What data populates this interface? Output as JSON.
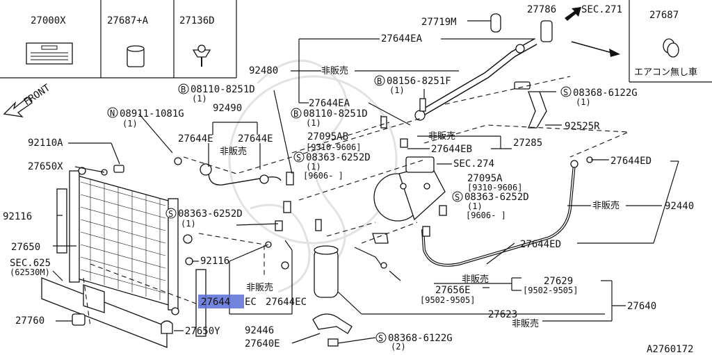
{
  "labels": {
    "p27000x": "27000X",
    "p27687a": "27687+A",
    "p27136d": "27136D",
    "p27719m": "27719M",
    "p27786": "27786",
    "sec271": "SEC.271",
    "p27687": "27687",
    "aircon_none": "エアコン無し車",
    "p27644ea_top": "27644EA",
    "p92480": "92480",
    "not_sold_1": "非販売",
    "b08156": "08156-8251F",
    "b08156_qty": "(1)",
    "b08110_top": "08110-8251D",
    "b08110_top_qty": "(1)",
    "s08368_top": "08368-6122G",
    "s08368_top_qty": "(1)",
    "front": "FRONT",
    "n08911": "08911-1081G",
    "n08911_qty": "(1)",
    "p92490": "92490",
    "p27644ea_mid": "27644EA",
    "b08110_mid": "08110-8251D",
    "b08110_mid_qty": "(1)",
    "p27644e_left": "27644E",
    "p27644e_right": "27644E",
    "not_sold_2": "非販売",
    "p27095ab": "27095AB",
    "p27095ab_date": "[9310-9606]",
    "not_sold_3": "非販売",
    "p92525r": "92525R",
    "p92110a": "92110A",
    "s08363_top": "08363-6252D",
    "s08363_top_qty": "(1)",
    "s08363_top_date": "[9606-   ]",
    "p27644eb": "27644EB",
    "p27285": "27285",
    "p27650x": "27650X",
    "sec274": "SEC.274",
    "p27644ed_top": "27644ED",
    "p27095a": "27095A",
    "p27095a_date": "[9310-9606]",
    "s08363_right": "08363-6252D",
    "s08363_right_qty": "(1)",
    "s08363_right_date": "[9606-   ]",
    "p92116_left": "92116",
    "s08363_left": "08363-6252D",
    "s08363_left_qty": "(1)",
    "not_sold_4": "非販売",
    "p92440": "92440",
    "p27650": "27650",
    "p27644ed_bot": "27644ED",
    "sec625": "SEC.625",
    "sec625_sub": "(62530M)",
    "p92116_right": "92116",
    "not_sold_5": "非販売",
    "p27629": "27629",
    "p27629_date": "[9502-9505]",
    "p27656e": "27656E",
    "p27656e_date": "[9502-9505]",
    "not_sold_6": "非販売",
    "p27644_highlight": "27644",
    "p27644ec_a": "EC",
    "p27644ec_b": "27644EC",
    "p27640": "27640",
    "p27760": "27760",
    "p27623": "27623",
    "not_sold_7": "非販売",
    "p92446": "92446",
    "p27650y": "27650Y",
    "p27640e": "27640E",
    "s08368_bot": "08368-6122G",
    "s08368_bot_qty": "(2)",
    "figure_id": "A2760172",
    "circ_b": "B",
    "circ_s": "S",
    "circ_n": "N"
  }
}
